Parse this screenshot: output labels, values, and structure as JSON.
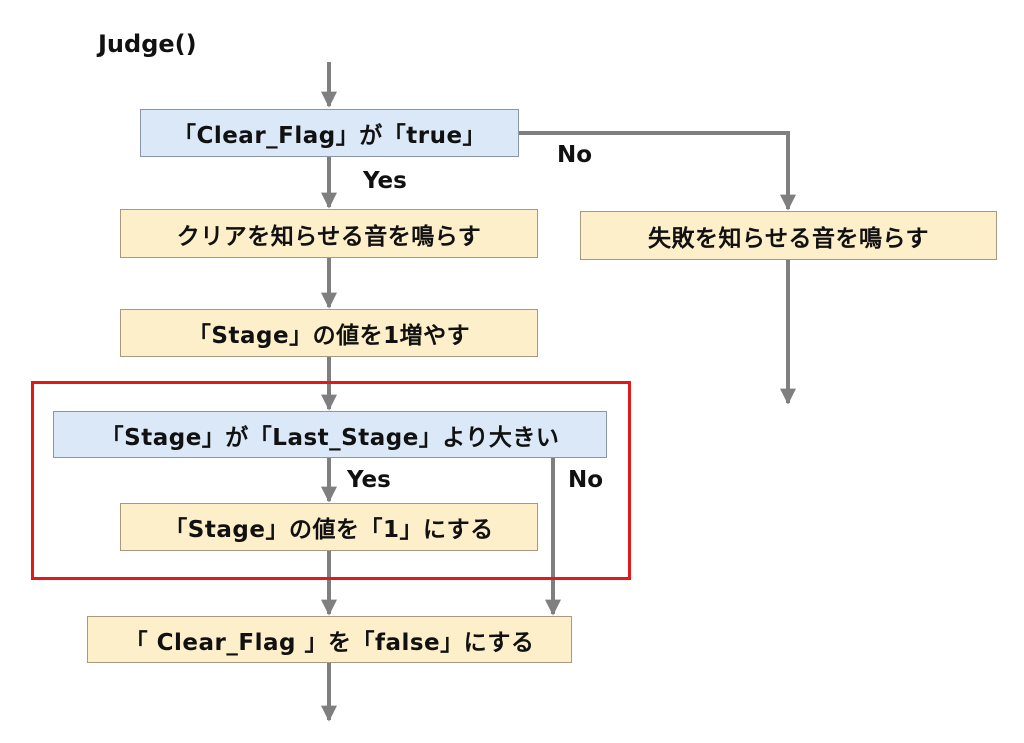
{
  "title": "Judge()",
  "nodes": {
    "check_clear": "「Clear_Flag」が「true」",
    "clear_sound": "クリアを知らせる音を鳴らす",
    "fail_sound": "失敗を知らせる音を鳴らす",
    "stage_increment": "「Stage」の値を1増やす",
    "check_last_stage": "「Stage」が「Last_Stage」より大きい",
    "reset_stage": "「Stage」の値を「1」にする",
    "reset_flag": "「 Clear_Flag 」を「false」にする"
  },
  "edge_labels": {
    "clear_yes": "Yes",
    "clear_no": "No",
    "last_yes": "Yes",
    "last_no": "No"
  },
  "colors": {
    "decision_fill": "#dae8f7",
    "process_fill": "#fdefc9",
    "connector": "#7f7f7f",
    "highlight": "#e01a1a"
  }
}
